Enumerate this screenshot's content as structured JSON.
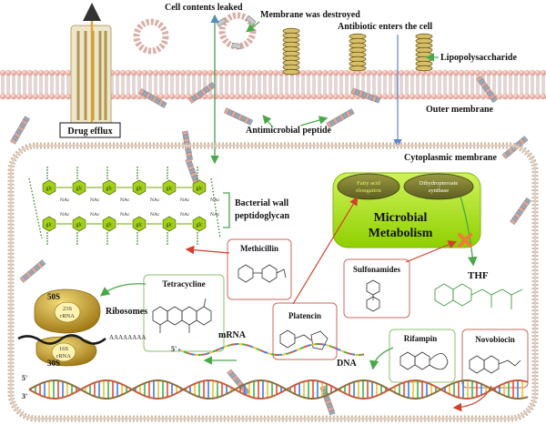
{
  "labels": {
    "cell_contents_leaked": "Cell contents leaked",
    "membrane_destroyed": "Membrane was destroyed",
    "antibiotic_enters": "Antibiotic enters the cell",
    "lipopolysaccharide": "Lipopolysaccharide",
    "drug_efflux": "Drug efflux",
    "outer_membrane": "Outer membrane",
    "antimicrobial_peptide": "Antimicrobial peptide",
    "cytoplasmic_membrane": "Cytoplasmic membrane",
    "bacterial_wall_line1": "Bacterial wall",
    "bacterial_wall_line2": "peptidoglycan",
    "methicillin": "Methicillin",
    "tetracycline": "Tetracycline",
    "ribosomes": "Ribosomes",
    "platencin": "Platencin",
    "sulfonamides": "Sulfonamides",
    "rifampin": "Rifampin",
    "novobiocin": "Novobiocin",
    "thf": "THF",
    "mrna": "mRNA",
    "dna": "DNA",
    "aaa": "AAAAAAAA",
    "five_prime_mrna": "5'",
    "five_prime_dna": "5'",
    "three_prime_dna": "3'",
    "fatty_acid_line1": "Fatty acid",
    "fatty_acid_line2": "elongation",
    "dhps_line1": "Dihydropteroate",
    "dhps_line2": "synthase",
    "metabolism_line1": "Microbial",
    "metabolism_line2": "Metabolism",
    "r50s": "50S",
    "r30s": "30S",
    "r23s_line1": "23S",
    "r23s_line2": "rRNA",
    "r16s_line1": "16S",
    "r16s_line2": "rRNA",
    "glc": "glc",
    "nac": "NAc"
  },
  "colors": {
    "membrane_head": "#e8b0a8",
    "membrane_tail": "#c9b6b0",
    "green_box": "#9fe000",
    "green_arrow": "#4aa84a",
    "red_arrow": "#d0402a",
    "blue_arrow": "#5a86d0",
    "ribosome_gold": "#c9a227",
    "sugar_green": "#a4d11a"
  }
}
